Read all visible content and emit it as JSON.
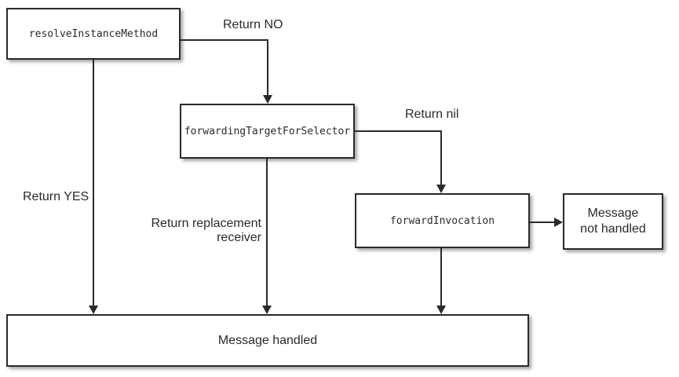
{
  "diagram": {
    "description": "Objective-C message forwarding flowchart",
    "colors": {
      "background": "#ffffff",
      "line": "#2a2a2a",
      "box_border": "#2a2a2a",
      "box_fill": "#ffffff",
      "text": "#2a2a2a"
    },
    "nodes": {
      "resolve_instance_method": {
        "label": "resolveInstanceMethod"
      },
      "forwarding_target_for_selector": {
        "label": "forwardingTargetForSelector"
      },
      "forward_invocation": {
        "label": "forwardInvocation"
      },
      "message_not_handled": {
        "label": "Message\nnot handled"
      },
      "message_handled": {
        "label": "Message handled"
      }
    },
    "edges": {
      "return_no": {
        "label": "Return NO",
        "from": "resolve_instance_method",
        "to": "forwarding_target_for_selector"
      },
      "return_yes": {
        "label": "Return YES",
        "from": "resolve_instance_method",
        "to": "message_handled"
      },
      "return_nil": {
        "label": "Return nil",
        "from": "forwarding_target_for_selector",
        "to": "forward_invocation"
      },
      "return_replacement_receiver": {
        "label": "Return replacement\nreceiver",
        "from": "forwarding_target_for_selector",
        "to": "message_handled"
      },
      "invocation_handled": {
        "label": "",
        "from": "forward_invocation",
        "to": "message_handled"
      },
      "invocation_not_handled": {
        "label": "",
        "from": "forward_invocation",
        "to": "message_not_handled"
      }
    }
  }
}
